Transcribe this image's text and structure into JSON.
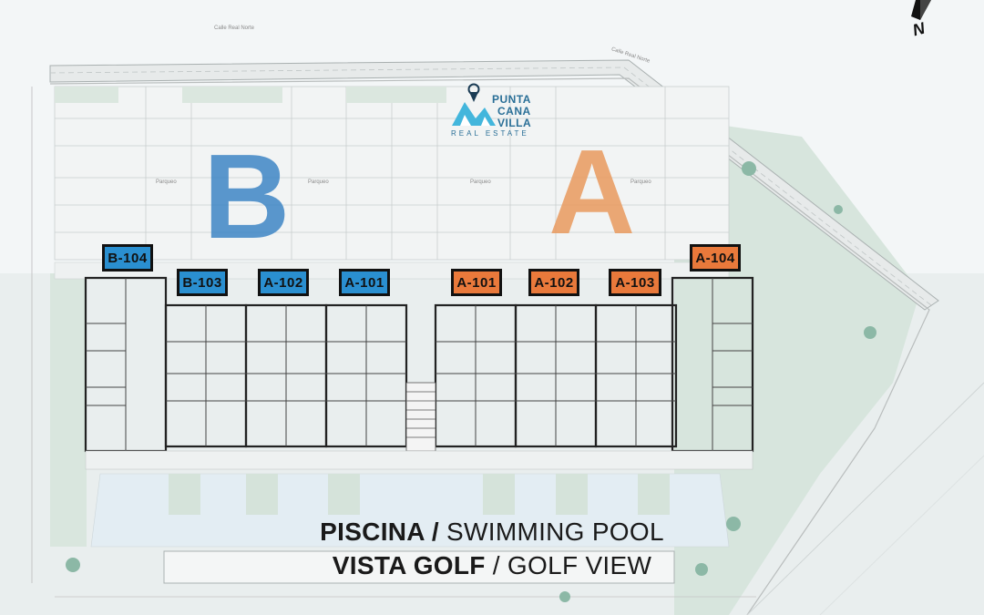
{
  "logo": {
    "line1": "PUNTA",
    "line2": "CANA",
    "line3": "VILLA",
    "tagline": "REAL ESTATE",
    "color": "#2a6f97"
  },
  "compass": {
    "label": "N"
  },
  "streets": {
    "top": "Calle Real Norte",
    "right": "Calle Real Norte"
  },
  "buildings": {
    "b": {
      "letter": "B",
      "color": "#2a8fd0"
    },
    "a": {
      "letter": "A",
      "color": "#e9793b"
    }
  },
  "units": {
    "b104": "B-104",
    "b103": "B-103",
    "b_a102": "A-102",
    "b_a101": "A-101",
    "a101": "A-101",
    "a102": "A-102",
    "a103": "A-103",
    "a104": "A-104"
  },
  "captions": {
    "pool_bold": "PISCINA /",
    "pool_rest": " SWIMMING POOL",
    "golf_bold": "VISTA GOLF",
    "golf_rest": " / GOLF VIEW"
  },
  "parking_label": "Parqueo"
}
